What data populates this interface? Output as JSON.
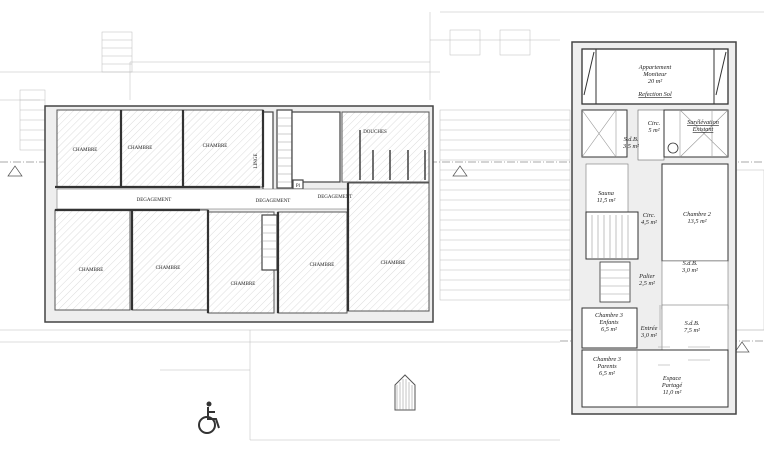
{
  "plan": {
    "left_wing": {
      "rooms_top": [
        "CHAMBRE",
        "CHAMBRE",
        "CHAMBRE"
      ],
      "linge": "LINGE",
      "pl": "Pl",
      "douches": "DOUCHES",
      "corridors": [
        "DEGAGEMENT",
        "DEGAGEMENT",
        "DEGAGEMENT"
      ],
      "rooms_bottom": [
        "CHAMBRE",
        "CHAMBRE",
        "CHAMBRE",
        "CHAMBRE",
        "CHAMBRE"
      ]
    },
    "right_wing": {
      "rooms": [
        {
          "name": "Appartement",
          "name2": "Moniteur",
          "area": "20 m²",
          "note": "Refection Sol"
        },
        {
          "name": "Circ.",
          "area": "5 m²"
        },
        {
          "name": "S.d.B.",
          "area": "3,5 m²"
        },
        {
          "name": "Surélévation",
          "name2": "Existant"
        },
        {
          "name": "Sauna",
          "area": "11,5 m²"
        },
        {
          "name": "Circ.",
          "area": "4,5 m²"
        },
        {
          "name": "Chambre 2",
          "area": "13,5 m²"
        },
        {
          "name": "S.d.B.",
          "area": "3,0 m²"
        },
        {
          "name": "Palier",
          "area": "2,5 m²"
        },
        {
          "name": "Chambre 3",
          "name2": "Enfants",
          "area": "6,5 m²"
        },
        {
          "name": "Entrée",
          "area": "3,0 m²"
        },
        {
          "name": "S.d.B.",
          "area": "7,5 m²"
        },
        {
          "name": "Chambre 3",
          "name2": "Parents",
          "area": "6,5 m²"
        },
        {
          "name": "Espace",
          "name2": "Partagé",
          "area": "11,0 m²"
        }
      ]
    },
    "icons": [
      "accessibility-wheelchair-icon",
      "stair-arrow-icon"
    ],
    "colors": {
      "wall": "#444444",
      "hatch": "#cccccc",
      "background": "#ffffff"
    }
  }
}
